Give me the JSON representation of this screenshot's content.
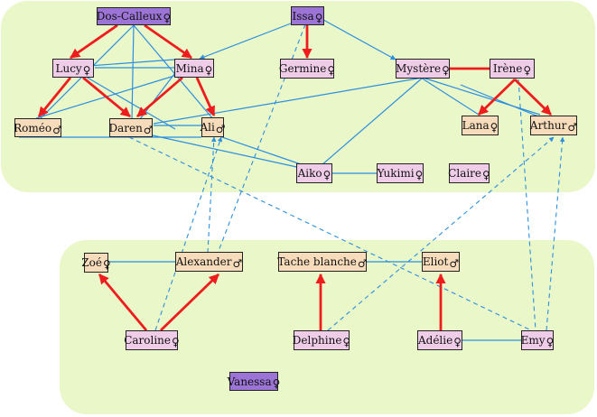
{
  "symbols": {
    "female": "♀",
    "male": "♂"
  },
  "colors": {
    "region_fill": "#eaf7c8",
    "parent_edge": "#ee1c1c",
    "link_edge": "#2b8fe0",
    "founder": "#9b74d6",
    "female": "#efcde9",
    "male": "#f6dcbb"
  },
  "nodes": {
    "doscalleux": {
      "name": "Dos-Calleux",
      "sex": "female",
      "kind": "founder"
    },
    "issa": {
      "name": "Issa",
      "sex": "female",
      "kind": "founder"
    },
    "lucy": {
      "name": "Lucy",
      "sex": "female",
      "kind": "female"
    },
    "mina": {
      "name": "Mina",
      "sex": "female",
      "kind": "female"
    },
    "germine": {
      "name": "Germine",
      "sex": "female",
      "kind": "female"
    },
    "mystere": {
      "name": "Mystère",
      "sex": "female",
      "kind": "female"
    },
    "irene": {
      "name": "Irène",
      "sex": "female",
      "kind": "female"
    },
    "romeo": {
      "name": "Roméo",
      "sex": "male",
      "kind": "male"
    },
    "daren": {
      "name": "Daren",
      "sex": "male",
      "kind": "male"
    },
    "ali": {
      "name": "Ali",
      "sex": "male",
      "kind": "male"
    },
    "lana": {
      "name": "Lana",
      "sex": "female",
      "kind": "male"
    },
    "arthur": {
      "name": "Arthur",
      "sex": "male",
      "kind": "male"
    },
    "aiko": {
      "name": "Aiko",
      "sex": "female",
      "kind": "female"
    },
    "yukimi": {
      "name": "Yukimi",
      "sex": "female",
      "kind": "female"
    },
    "claire": {
      "name": "Claire",
      "sex": "female",
      "kind": "female"
    },
    "zoe": {
      "name": "Zoé",
      "sex": "female",
      "kind": "male"
    },
    "alexander": {
      "name": "Alexander",
      "sex": "male",
      "kind": "male"
    },
    "tache": {
      "name": "Tache blanche",
      "sex": "male",
      "kind": "male"
    },
    "eliot": {
      "name": "Eliot",
      "sex": "male",
      "kind": "male"
    },
    "caroline": {
      "name": "Caroline",
      "sex": "female",
      "kind": "female"
    },
    "delphine": {
      "name": "Delphine",
      "sex": "female",
      "kind": "female"
    },
    "adelie": {
      "name": "Adélie",
      "sex": "female",
      "kind": "female"
    },
    "emy": {
      "name": "Emy",
      "sex": "female",
      "kind": "female"
    },
    "vanessa": {
      "name": "Vanessa",
      "sex": "female",
      "kind": "founder"
    }
  }
}
